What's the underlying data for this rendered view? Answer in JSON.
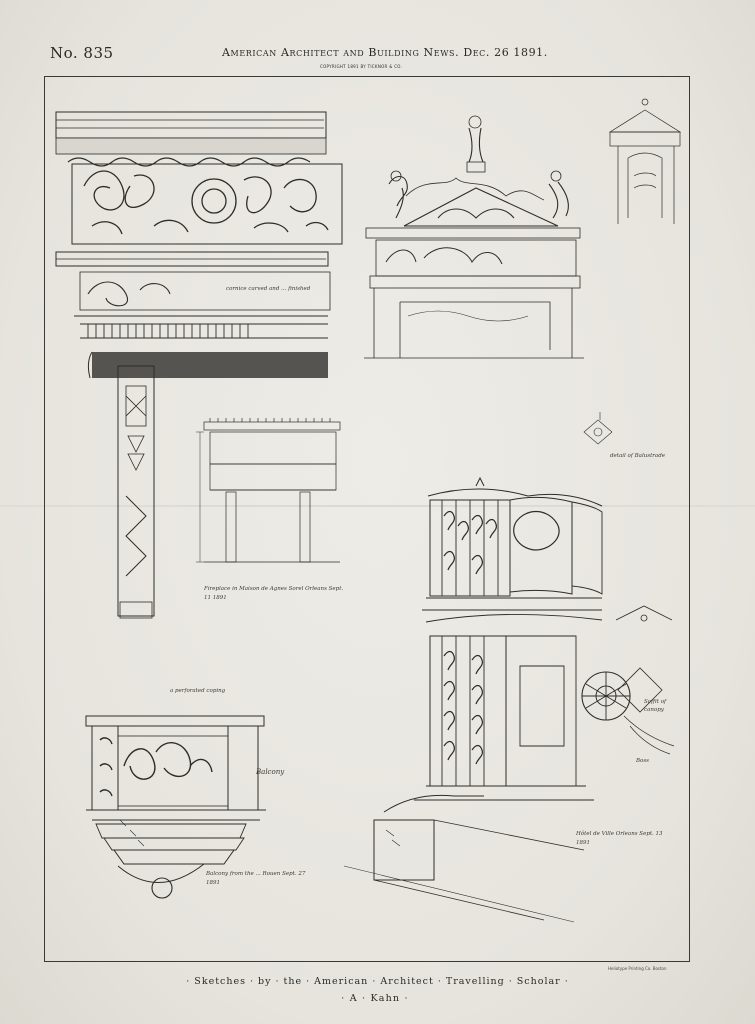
{
  "header": {
    "number": "No. 835",
    "title": "American Architect and Building News. Dec. 26 1891.",
    "copyright": "COPYRIGHT 1891 BY TICKNOR & CO."
  },
  "annotations": {
    "fireplace": "Fireplace in Maison de Agnes Sorel Orleans Sept. 11 1891",
    "cornice": "cornice carved and ... finished",
    "balcony_label": "Balcony",
    "balcony_top": "a perforated coping",
    "balcony_caption": "Balcony from the ... Rouen Sept. 27 1891",
    "detail_right": "detail of Balustrade",
    "pulpit_caption": "Hôtel de Ville Orleans Sept. 13 1891",
    "boss_label": "Boss",
    "boss_note": "Soffit of canopy"
  },
  "footer": {
    "title": "· Sketches · by · the · American · Architect · Travelling · Scholar ·",
    "author": "· A · Kahn ·",
    "printer": "Heliotype Printing Co. Boston"
  }
}
